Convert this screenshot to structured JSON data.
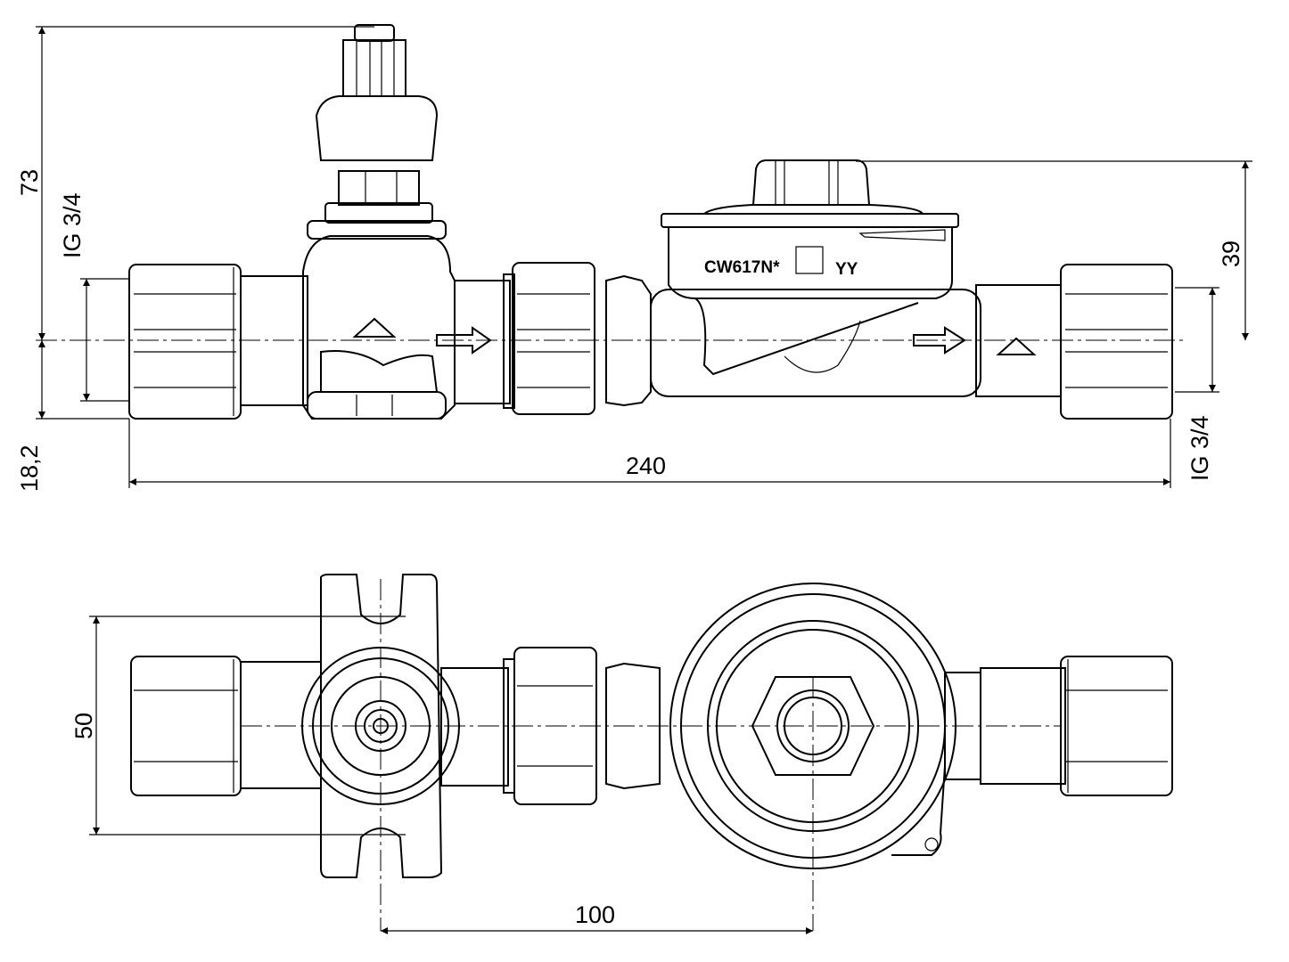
{
  "dimensions": {
    "height_top": "73",
    "thread_left": "IG 3/4",
    "height_bottom": "18,2",
    "total_length": "240",
    "meter_height": "39",
    "thread_right": "IG 3/4",
    "width": "50",
    "axis_distance": "100"
  },
  "meter_marking": {
    "material": "CW617N*",
    "year": "YY"
  }
}
